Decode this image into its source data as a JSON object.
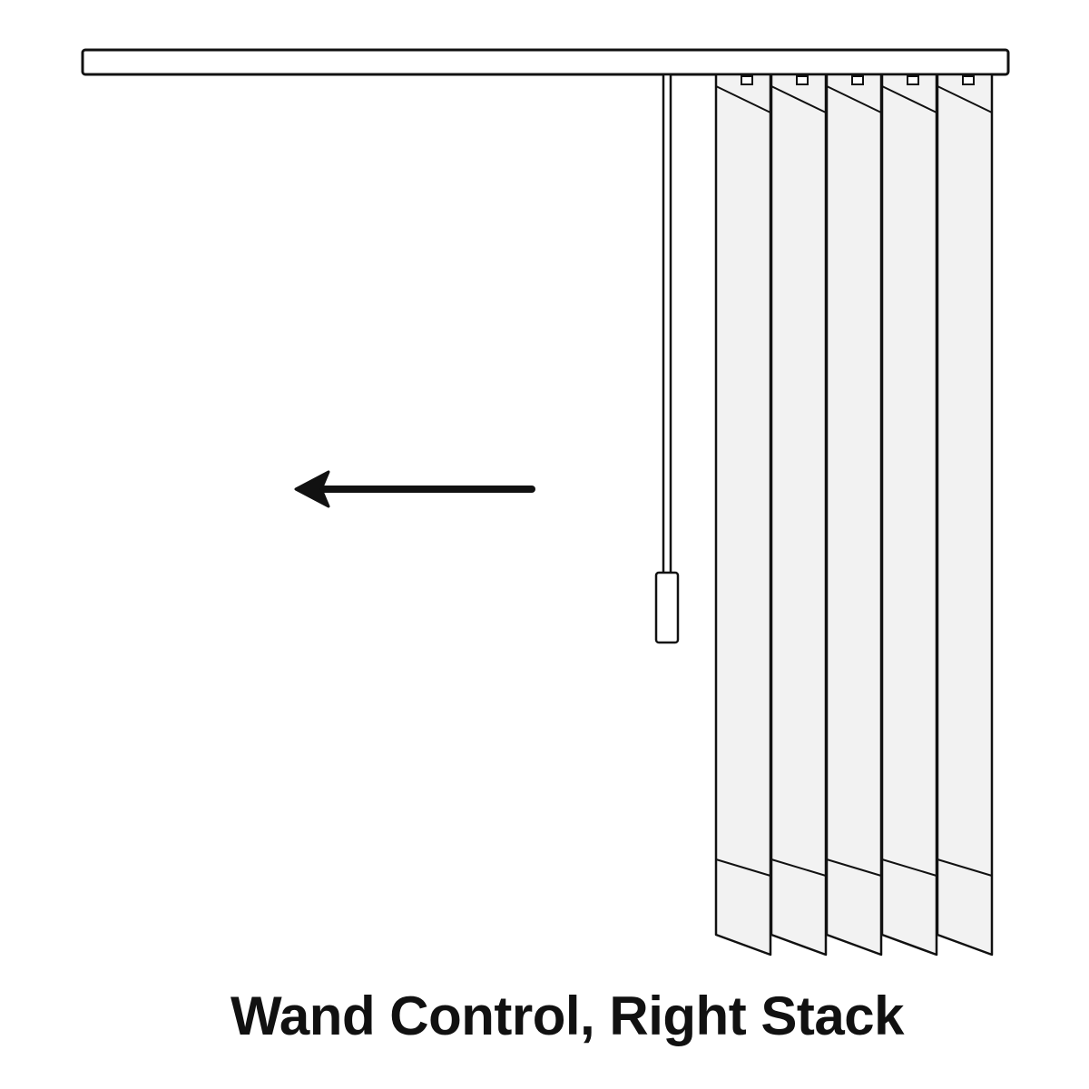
{
  "caption": "Wand Control, Right Stack",
  "diagram": {
    "control_type": "wand",
    "stack_side": "right",
    "vane_count": 5,
    "open_direction": "left",
    "colors": {
      "stroke": "#111111",
      "vane_fill": "#f2f2f2",
      "rail_fill": "#ffffff",
      "background": "#ffffff"
    }
  }
}
